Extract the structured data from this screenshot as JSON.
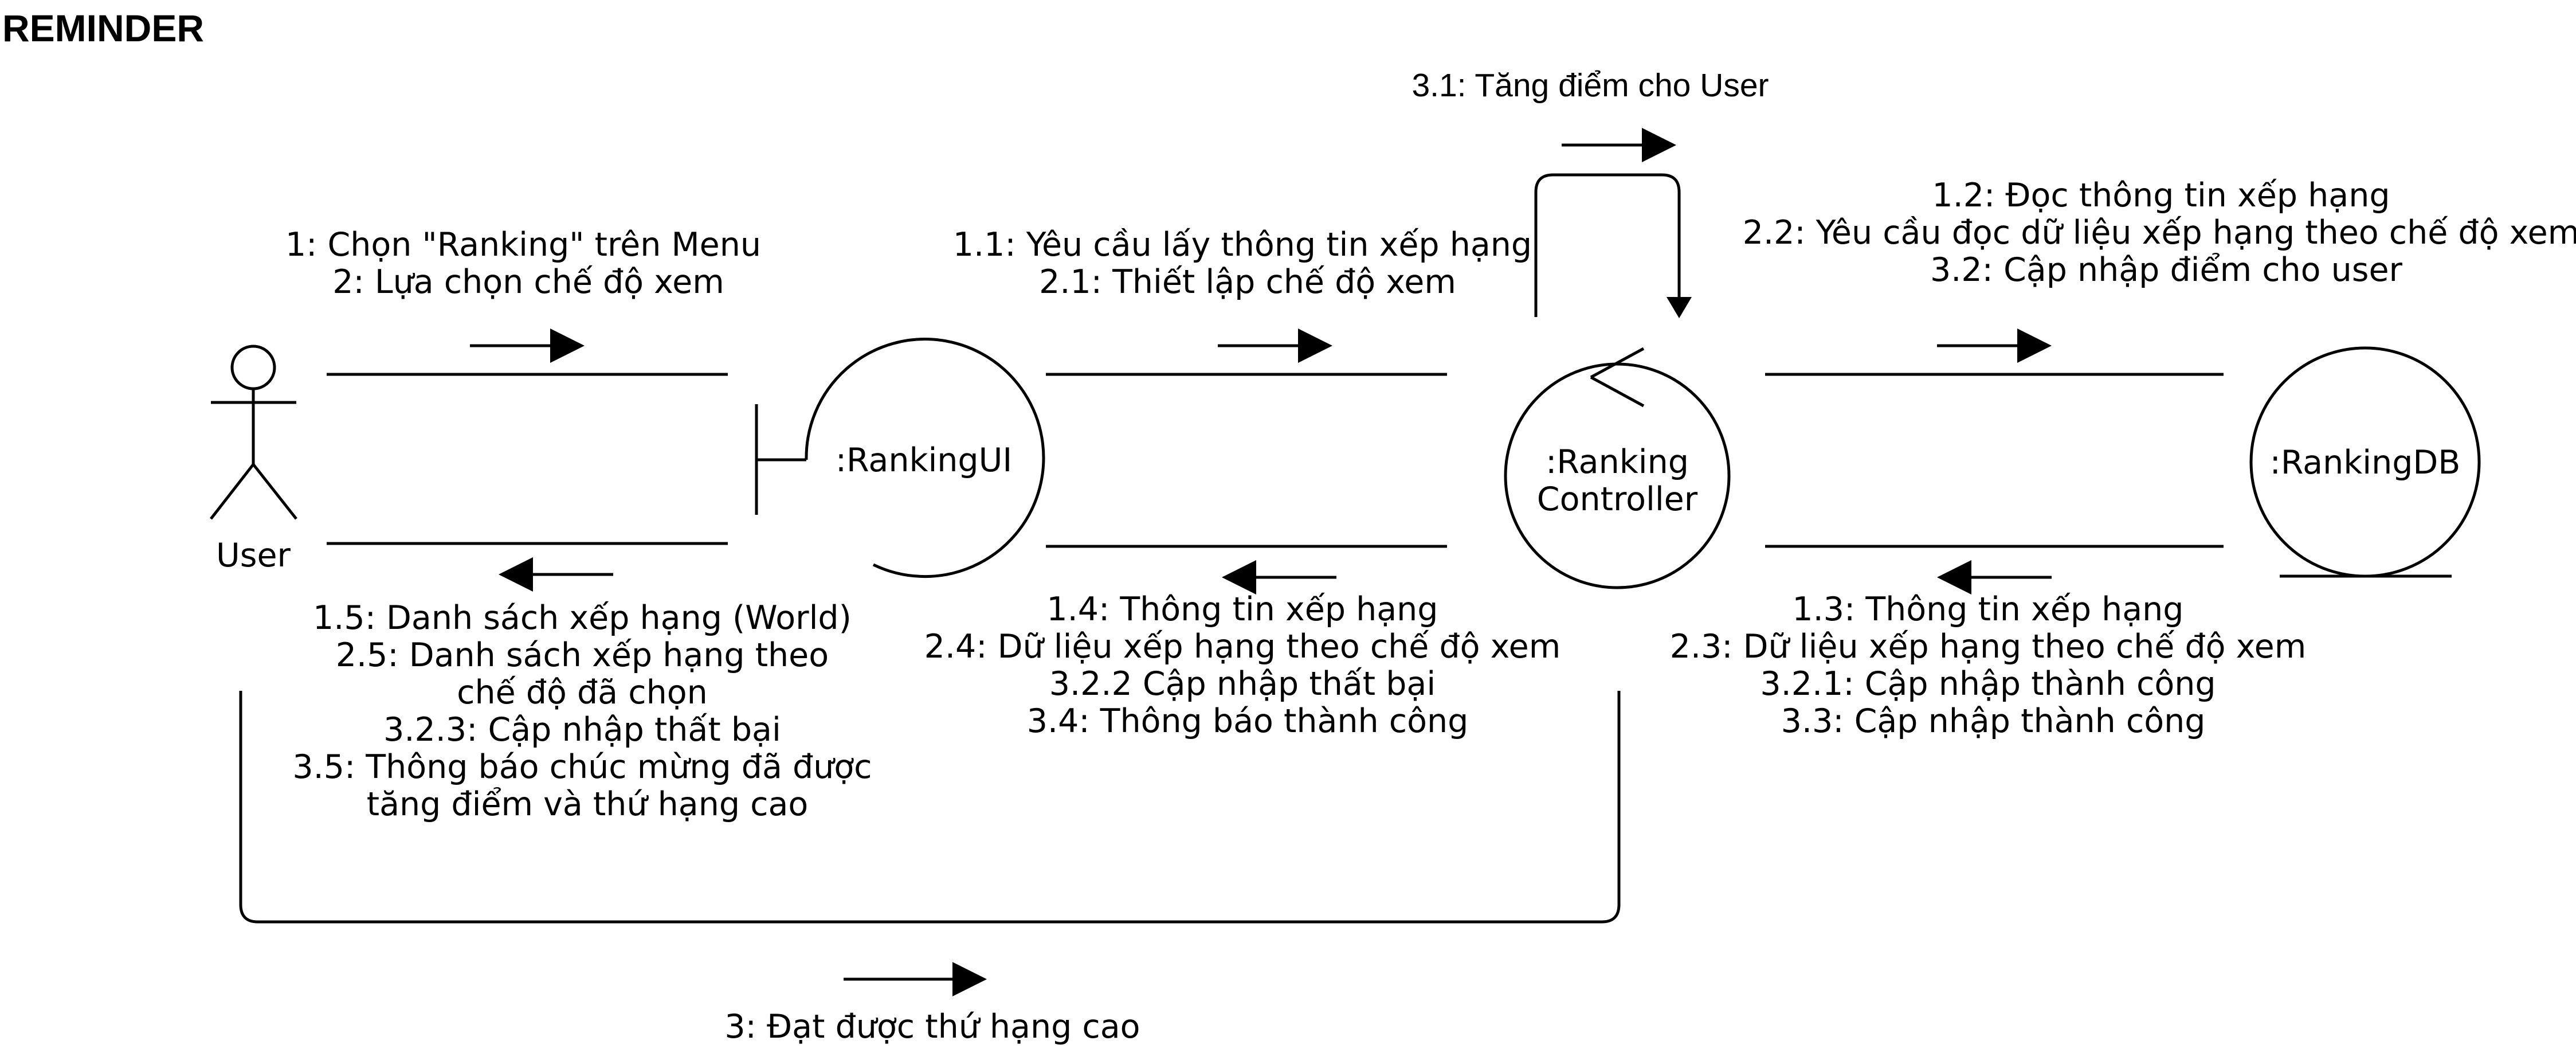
{
  "title": "REMINDER",
  "actor": {
    "name": "User"
  },
  "objects": {
    "ui": ":RankingUI",
    "controller_line1": ":Ranking",
    "controller_line2": "Controller",
    "db": ":RankingDB"
  },
  "messages": {
    "user_to_ui": [
      "1: Chọn \"Ranking\" trên Menu",
      "2: Lựa chọn chế độ xem"
    ],
    "ui_to_user": [
      "1.5: Danh sách xếp hạng (World)",
      "2.5: Danh sách xếp hạng theo",
      "chế độ đã chọn",
      "3.2.3: Cập nhập thất bại",
      "3.5: Thông báo chúc mừng đã được",
      "tăng điểm và thứ hạng cao"
    ],
    "ui_to_controller": [
      "1.1: Yêu cầu lấy thông tin xếp hạng",
      "2.1: Thiết lập chế độ xem"
    ],
    "controller_to_ui": [
      "1.4: Thông tin xếp hạng",
      "2.4: Dữ liệu xếp hạng theo chế độ xem",
      "3.2.2 Cập nhập thất bại",
      "3.4: Thông báo thành công"
    ],
    "controller_to_db": [
      "1.2: Đọc thông tin xếp hạng",
      "2.2: Yêu cầu đọc dữ liệu xếp hạng theo chế độ xem",
      "3.2: Cập nhập điểm cho user"
    ],
    "db_to_controller": [
      "1.3: Thông tin xếp hạng",
      "2.3: Dữ liệu xếp hạng theo chế độ xem",
      "3.2.1: Cập nhập thành công",
      "3.3: Cập nhập thành công"
    ],
    "self_loop": "3.1: Tăng điểm cho User",
    "controller_to_user": "3: Đạt được thứ hạng cao"
  }
}
